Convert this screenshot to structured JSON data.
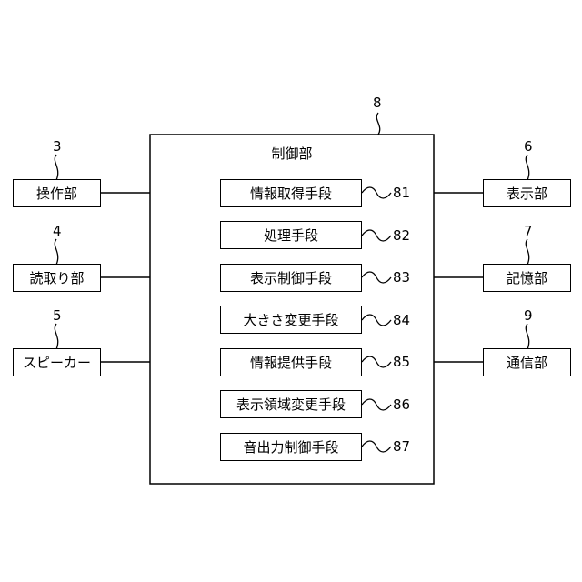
{
  "control_unit": {
    "number": "8",
    "title": "制御部",
    "means": [
      {
        "label": "情報取得手段",
        "number": "81"
      },
      {
        "label": "処理手段",
        "number": "82"
      },
      {
        "label": "表示制御手段",
        "number": "83"
      },
      {
        "label": "大きさ変更手段",
        "number": "84"
      },
      {
        "label": "情報提供手段",
        "number": "85"
      },
      {
        "label": "表示領域変更手段",
        "number": "86"
      },
      {
        "label": "音出力制御手段",
        "number": "87"
      }
    ]
  },
  "left_units": [
    {
      "label": "操作部",
      "number": "3"
    },
    {
      "label": "読取り部",
      "number": "4"
    },
    {
      "label": "スピーカー",
      "number": "5"
    }
  ],
  "right_units": [
    {
      "label": "表示部",
      "number": "6"
    },
    {
      "label": "記憶部",
      "number": "7"
    },
    {
      "label": "通信部",
      "number": "9"
    }
  ]
}
